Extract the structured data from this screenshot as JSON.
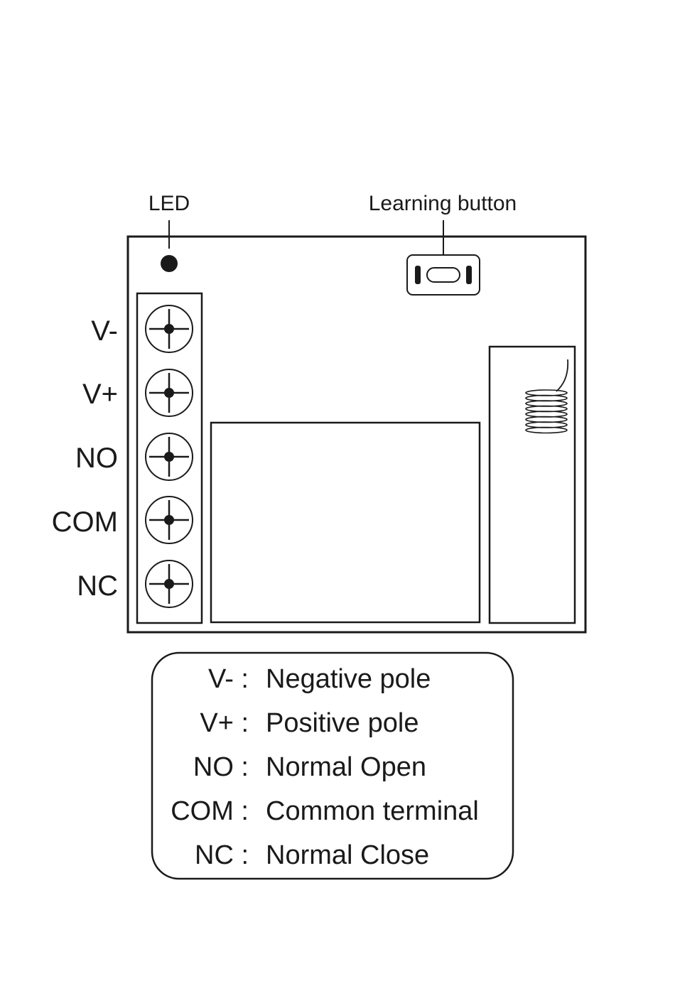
{
  "callouts": {
    "led": "LED",
    "learning_button": "Learning button"
  },
  "terminals": [
    {
      "label": "V-"
    },
    {
      "label": "V+"
    },
    {
      "label": "NO"
    },
    {
      "label": "COM"
    },
    {
      "label": "NC"
    }
  ],
  "legend": [
    {
      "code": "V- :",
      "meaning": "Negative pole"
    },
    {
      "code": "V+ :",
      "meaning": "Positive pole"
    },
    {
      "code": "NO :",
      "meaning": "Normal Open"
    },
    {
      "code": "COM :",
      "meaning": "Common terminal"
    },
    {
      "code": "NC :",
      "meaning": "Normal Close"
    }
  ],
  "colors": {
    "line": "#1a1a1a",
    "background": "#ffffff"
  }
}
